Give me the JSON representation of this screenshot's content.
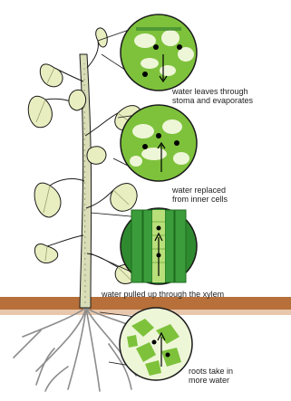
{
  "figure": {
    "labels": [
      {
        "lines": [
          "water leaves through",
          "stoma and evaporates"
        ]
      },
      {
        "lines": [
          "water replaced",
          "from inner cells"
        ]
      },
      {
        "lines": [
          "water pulled up through the xylem"
        ]
      },
      {
        "lines": [
          "roots take in",
          "more water"
        ]
      }
    ],
    "colors": {
      "leaf_fill": "#e8eec0",
      "leaf_vein": "#9aa070",
      "stem": "#d9ddb8",
      "cell_green": "#7ec23c",
      "cell_light": "#eef6d8",
      "xylem_dark": "#1f6b1f",
      "soil": "#b7703a",
      "root": "#8c8c8c",
      "outline": "#1a1a1a",
      "arrow": "#000000"
    },
    "icons": [
      "plant-illustration",
      "magnifier-circle",
      "down-arrow",
      "up-arrow"
    ]
  }
}
